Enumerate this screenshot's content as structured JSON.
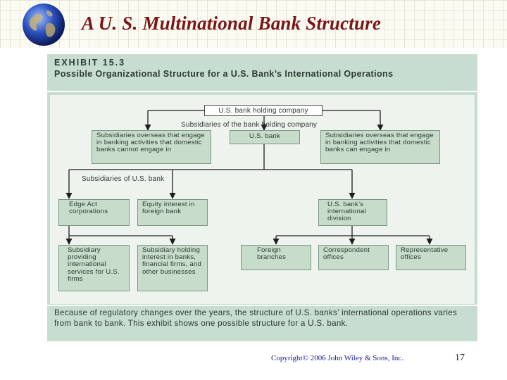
{
  "slide": {
    "title": "A U. S. Multinational Bank Structure",
    "copyright": "Copyright© 2006 John Wiley & Sons, Inc.",
    "page_number": "17"
  },
  "exhibit": {
    "label": "EXHIBIT 15.3",
    "subtitle": "Possible Organizational Structure for a U.S. Bank’s International Operations",
    "caption": "Because of regulatory changes over the years, the structure of U.S. banks’ international operations varies from bank to bank. This exhibit shows one possible structure for a U.S. bank."
  },
  "diagram": {
    "root": "U.S. bank holding company",
    "label_holding_subs": "Subsidiaries of the bank holding company",
    "sub_left": "Subsidiaries overseas that engage in banking activities that domestic banks cannot engage in",
    "us_bank": "U.S. bank",
    "sub_right": "Subsidiaries overseas that engage in banking activities that domestic banks can engage in",
    "label_bank_subs": "Subsidiaries of U.S. bank",
    "edge_act": "Edge Act corporations",
    "equity_interest": "Equity interest in foreign bank",
    "intl_division": "U.S. bank’s international division",
    "sub_services": "Subsidiary providing international services for U.S. firms",
    "sub_holding": "Subsidiary holding interest in banks, financial firms, and other businesses",
    "foreign_branches": "Foreign branches",
    "correspondent": "Correspondent offices",
    "representative": "Representative offices"
  },
  "colors": {
    "title": "#7a1616",
    "panel": "#c6ddd0",
    "box": "#c7dcca",
    "copyright": "#1a1aa0"
  }
}
